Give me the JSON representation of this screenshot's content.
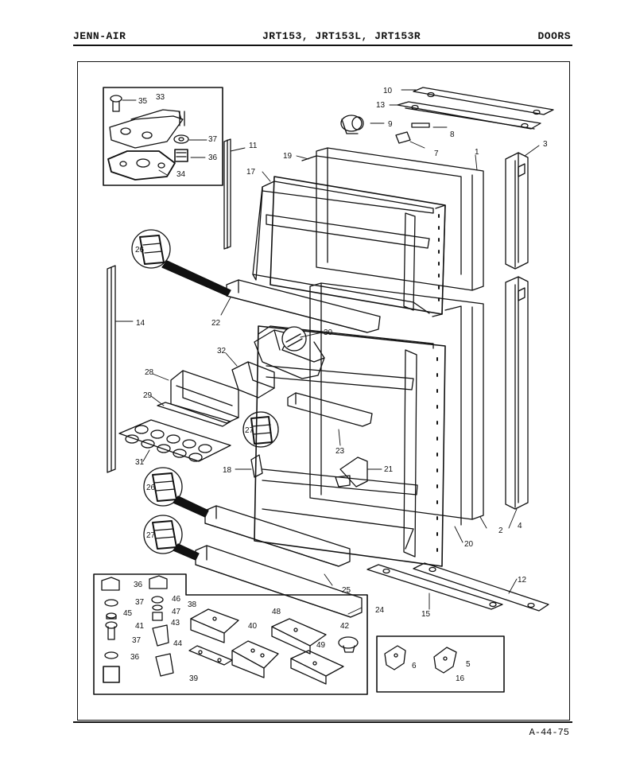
{
  "header": {
    "brand": "JENN-AIR",
    "models": "JRT153, JRT153L, JRT153R",
    "section": "DOORS"
  },
  "footer": {
    "code": "A-44-75"
  },
  "callouts": [
    "1",
    "2",
    "3",
    "4",
    "5",
    "6",
    "7",
    "8",
    "9",
    "10",
    "11",
    "12",
    "13",
    "14",
    "15",
    "16",
    "17",
    "18",
    "19",
    "20",
    "21",
    "22",
    "23",
    "24",
    "25",
    "26",
    "26",
    "27",
    "27",
    "28",
    "29",
    "30",
    "31",
    "32",
    "33",
    "34",
    "35",
    "36",
    "36",
    "36",
    "37",
    "37",
    "37",
    "38",
    "39",
    "40",
    "41",
    "42",
    "43",
    "44",
    "45",
    "46",
    "47",
    "48",
    "49"
  ]
}
